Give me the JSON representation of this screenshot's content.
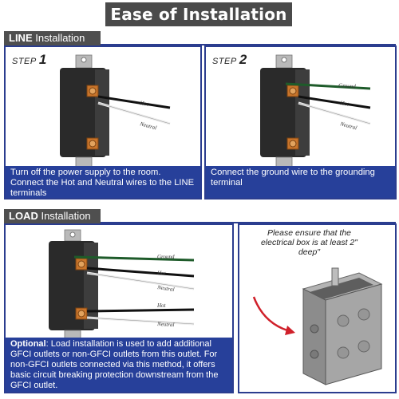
{
  "title": "Ease of Installation",
  "line_section": {
    "tag_bold": "LINE",
    "tag_rest": " Installation",
    "step1": {
      "step_word": "STEP",
      "step_num": "1",
      "wires": [
        "Hot",
        "Neutral"
      ],
      "caption": "Turn off the power supply to the room. Connect the Hot and Neutral wires to the LINE terminals"
    },
    "step2": {
      "step_word": "STEP",
      "step_num": "2",
      "wires": [
        "Ground",
        "Hot",
        "Neutral"
      ],
      "caption": "Connect the ground wire to the grounding terminal"
    }
  },
  "load_section": {
    "tag_bold": "LOAD",
    "tag_rest": " Installation",
    "wires": [
      "Ground",
      "Hot",
      "Neutral",
      "Hot",
      "Neutral"
    ],
    "caption_bold": "Optional",
    "caption_rest": ": Load installation is used to add additional GFCI outlets or non-GFCI outlets from this outlet. For non-GFCI outlets connected via this method, it offers basic circuit breaking protection downstream from the GFCI outlet.",
    "box_note": "Please ensure that the electrical box is at least 2\" deep\""
  },
  "colors": {
    "accent_blue": "#27409a",
    "tag_gray": "#4f4f4f",
    "ground_wire": "#1e5b2a",
    "terminal": "#c8742a"
  }
}
